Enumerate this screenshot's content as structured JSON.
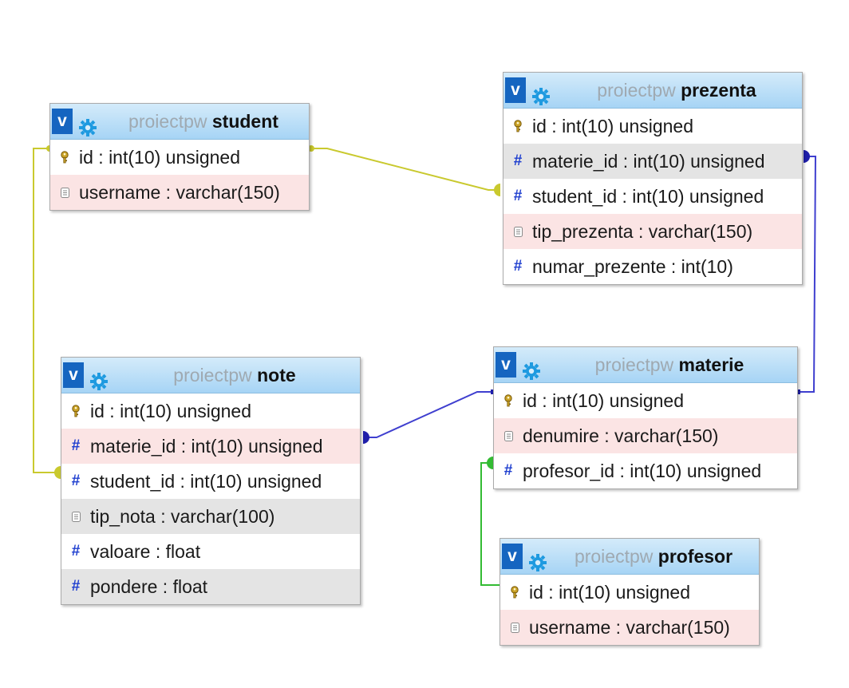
{
  "diagram": {
    "database": "proiectpw",
    "v_label": "v",
    "tables": [
      {
        "name": "student",
        "fields": [
          {
            "text": "id : int(10) unsigned",
            "kind": "key",
            "bg": "white"
          },
          {
            "text": "username : varchar(150)",
            "kind": "text",
            "bg": "pink"
          }
        ]
      },
      {
        "name": "prezenta",
        "fields": [
          {
            "text": "id : int(10) unsigned",
            "kind": "key",
            "bg": "white"
          },
          {
            "text": "materie_id : int(10) unsigned",
            "kind": "number",
            "bg": "gray"
          },
          {
            "text": "student_id : int(10) unsigned",
            "kind": "number",
            "bg": "white"
          },
          {
            "text": "tip_prezenta : varchar(150)",
            "kind": "text",
            "bg": "pink"
          },
          {
            "text": "numar_prezente : int(10)",
            "kind": "number",
            "bg": "white"
          }
        ]
      },
      {
        "name": "note",
        "fields": [
          {
            "text": "id : int(10) unsigned",
            "kind": "key",
            "bg": "white"
          },
          {
            "text": "materie_id : int(10) unsigned",
            "kind": "number",
            "bg": "pink"
          },
          {
            "text": "student_id : int(10) unsigned",
            "kind": "number",
            "bg": "white"
          },
          {
            "text": "tip_nota : varchar(100)",
            "kind": "text",
            "bg": "gray"
          },
          {
            "text": "valoare : float",
            "kind": "number",
            "bg": "white"
          },
          {
            "text": "pondere : float",
            "kind": "number",
            "bg": "gray"
          }
        ]
      },
      {
        "name": "materie",
        "fields": [
          {
            "text": "id : int(10) unsigned",
            "kind": "key",
            "bg": "white"
          },
          {
            "text": "denumire : varchar(150)",
            "kind": "text",
            "bg": "pink"
          },
          {
            "text": "profesor_id : int(10) unsigned",
            "kind": "number",
            "bg": "white"
          }
        ]
      },
      {
        "name": "profesor",
        "fields": [
          {
            "text": "id : int(10) unsigned",
            "kind": "key",
            "bg": "white"
          },
          {
            "text": "username : varchar(150)",
            "kind": "text",
            "bg": "pink"
          }
        ]
      }
    ],
    "relations": [
      {
        "from": "prezenta.student_id",
        "to": "student.id",
        "color": "#c9c92e"
      },
      {
        "from": "note.student_id",
        "to": "student.id",
        "color": "#c9c92e"
      },
      {
        "from": "prezenta.materie_id",
        "to": "materie.id",
        "color": "#3f3fcf"
      },
      {
        "from": "note.materie_id",
        "to": "materie.id",
        "color": "#3f3fcf"
      },
      {
        "from": "materie.profesor_id",
        "to": "profesor.id",
        "color": "#33bb33"
      }
    ],
    "colors": {
      "header_gradient_top": "#d4ebfa",
      "header_gradient_bottom": "#a6d4f5",
      "v_button": "#1565c0",
      "gear": "#1e9ae0",
      "pink_row": "#fbe4e4",
      "gray_row": "#e4e4e4",
      "hash": "#1f3fcf"
    }
  }
}
